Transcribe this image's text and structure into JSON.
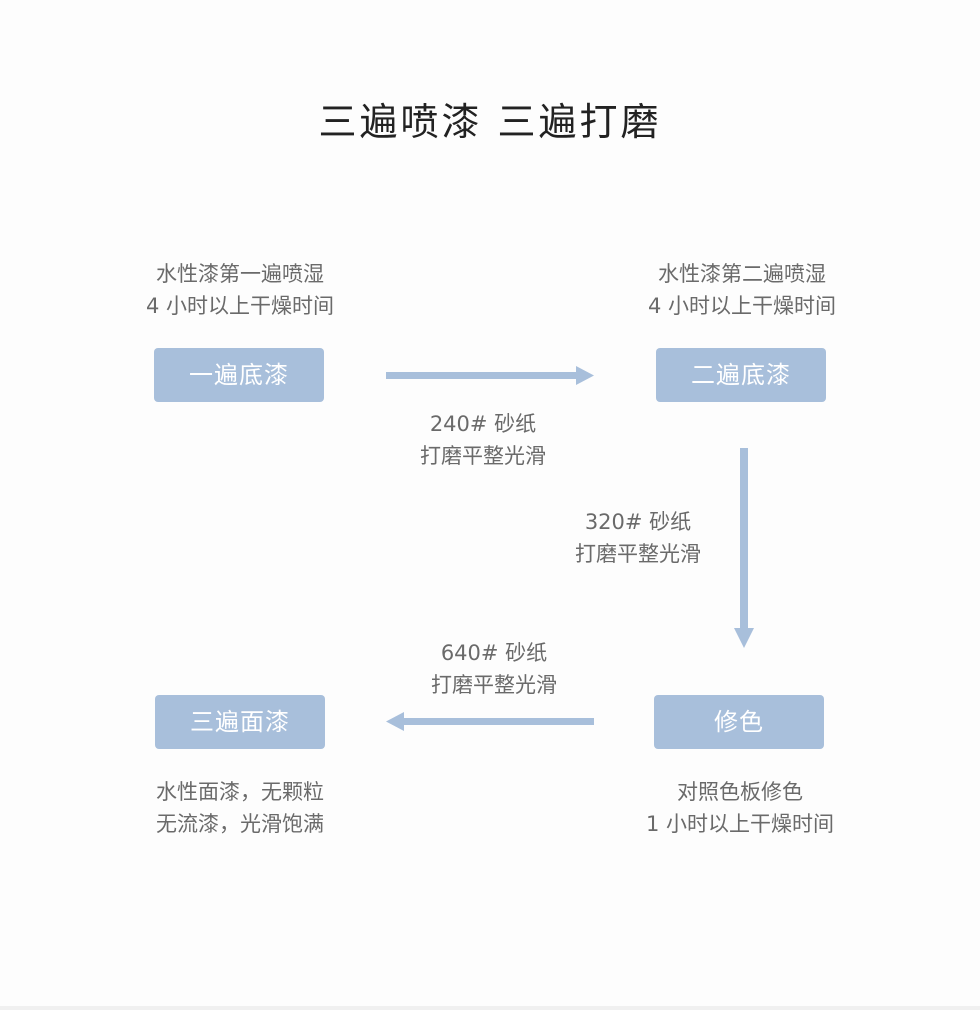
{
  "title": "三遍喷漆 三遍打磨",
  "steps": {
    "first": {
      "label": "一遍底漆",
      "desc_line1": "水性漆第一遍喷湿",
      "desc_line2": "4 小时以上干燥时间"
    },
    "second": {
      "label": "二遍底漆",
      "desc_line1": "水性漆第二遍喷湿",
      "desc_line2": "4 小时以上干燥时间"
    },
    "touchup": {
      "label": "修色",
      "desc_line1": "对照色板修色",
      "desc_line2": "1 小时以上干燥时间"
    },
    "top": {
      "label": "三遍面漆",
      "desc_line1": "水性面漆，无颗粒",
      "desc_line2": "无流漆，光滑饱满"
    }
  },
  "sanding": {
    "s240": {
      "line1": "240# 砂纸",
      "line2": "打磨平整光滑"
    },
    "s320": {
      "line1": "320# 砂纸",
      "line2": "打磨平整光滑"
    },
    "s640": {
      "line1": "640# 砂纸",
      "line2": "打磨平整光滑"
    }
  },
  "colors": {
    "box_fill": "#a8bfdb",
    "arrow": "#a8bfdb",
    "title_text": "#222222",
    "body_text": "#6a6a6a"
  }
}
